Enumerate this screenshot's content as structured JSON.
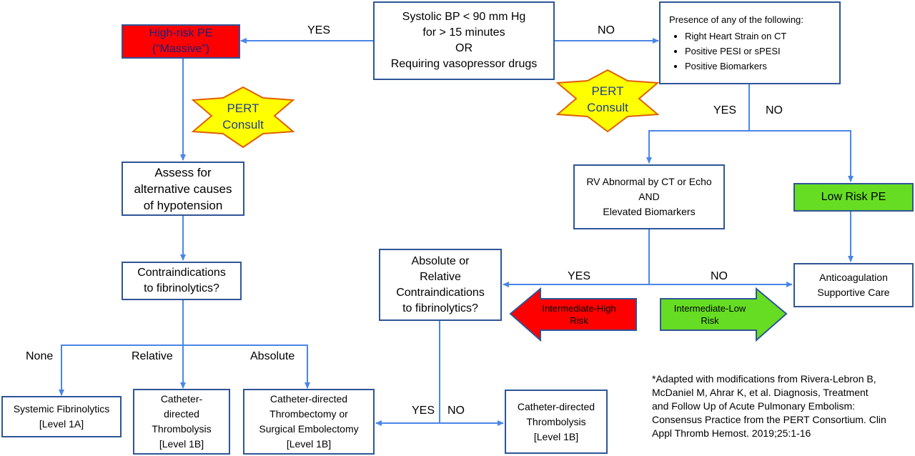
{
  "top": {
    "line1": "Systolic BP < 90 mm Hg",
    "line2": "for > 15 minutes",
    "line3": "OR",
    "line4": "Requiring vasopressor drugs"
  },
  "high_risk": {
    "line1": "High-risk PE",
    "line2": "(“Massive”)",
    "color": "#ff0000"
  },
  "presence": {
    "title": "Presence of any of the following:",
    "items": [
      "Right Heart Strain on CT",
      "Positive PESI or sPESI",
      "Positive Biomarkers"
    ]
  },
  "pert_left": {
    "line1": "PERT",
    "line2": "Consult",
    "color": "#ffff00"
  },
  "pert_right": {
    "line1": "PERT",
    "line2": "Consult",
    "color": "#ffff00"
  },
  "assess": {
    "line1": "Assess for",
    "line2": "alternative causes",
    "line3": "of hypotension"
  },
  "contra_left": {
    "line1": "Contraindications",
    "line2": "to fibrinolytics?"
  },
  "rv_abnormal": {
    "line1": "RV Abnormal by CT or Echo",
    "line2": "AND",
    "line3": "Elevated Biomarkers"
  },
  "low_risk": {
    "label": "Low Risk PE",
    "color": "#66dd22"
  },
  "contra_right": {
    "line1": "Absolute or",
    "line2": "Relative",
    "line3": "Contraindications",
    "line4": "to fibrinolytics?"
  },
  "anticoag": {
    "line1": "Anticoagulation",
    "line2": "Supportive Care"
  },
  "int_high": {
    "line1": "Intermediate-High",
    "line2": "Risk",
    "color": "#ff0000"
  },
  "int_low": {
    "line1": "Intermediate-Low",
    "line2": "Risk",
    "color": "#66dd22"
  },
  "systemic": {
    "line1": "Systemic Fibrinolytics",
    "line2": "[Level 1A]"
  },
  "cdt_left": {
    "line1": "Catheter-",
    "line2": "directed",
    "line3": "Thrombolysis",
    "line4": "[Level 1B]"
  },
  "thrombectomy": {
    "line1": "Catheter-directed",
    "line2": "Thrombectomy or",
    "line3": "Surgical Embolectomy",
    "line4": "[Level 1B]"
  },
  "cdt_right": {
    "line1": "Catheter-directed",
    "line2": "Thrombolysis",
    "line3": "[Level 1B]"
  },
  "edge_labels": {
    "top_yes": "YES",
    "top_no": "NO",
    "presence_yes": "YES",
    "presence_no": "NO",
    "rv_yes": "YES",
    "rv_no": "NO",
    "none": "None",
    "relative": "Relative",
    "absolute": "Absolute",
    "bottom_yes": "YES",
    "bottom_no": "NO"
  },
  "citation": {
    "lines": [
      "*Adapted with modifications from Rivera-Lebron B,",
      "McDaniel M, Ahrar K, et al. Diagnosis, Treatment",
      "and Follow Up of Acute Pulmonary Embolism:",
      "Consensus Practice from the PERT Consortium. Clin",
      "Appl Thromb Hemost. 2019;25:1-16"
    ]
  },
  "colors": {
    "line": "#4a86e8",
    "border": "#2f5597"
  }
}
